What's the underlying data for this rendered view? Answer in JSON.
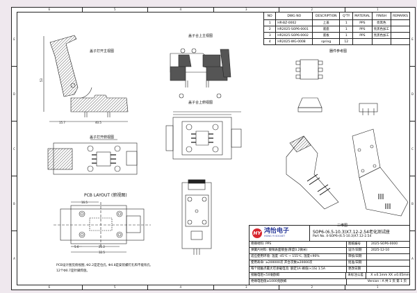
{
  "frame": {
    "zones_horizontal": [
      "6",
      "5",
      "4",
      "3",
      "2",
      "1"
    ],
    "zones_vertical": [
      "E",
      "D",
      "C",
      "B",
      "A"
    ]
  },
  "bom": {
    "headers": [
      "NO",
      "DWG NO",
      "DESCRIPTION",
      "Q'TY",
      "MATERIAL",
      "FINISH",
      "REMARKS"
    ],
    "rows": [
      {
        "no": "1",
        "dwg": "HR-BZ-0002",
        "desc": "上盖",
        "qty": "1",
        "material": "PPS",
        "finish": "亮黑色",
        "remarks": ""
      },
      {
        "no": "2",
        "dwg": "HR2025-SOP6-0001",
        "desc": "底座",
        "qty": "1",
        "material": "PPS",
        "finish": "亮黑色加工",
        "remarks": ""
      },
      {
        "no": "3",
        "dwg": "HR2025-SOP6-0002",
        "desc": "底板",
        "qty": "1",
        "material": "PPS",
        "finish": "亮黑色加工",
        "remarks": ""
      },
      {
        "no": "4",
        "dwg": "HR2025-WG-0008",
        "desc": "spring",
        "qty": "12",
        "material": "",
        "finish": "",
        "remarks": ""
      }
    ]
  },
  "views": {
    "side_open": "盖子打开主视图",
    "side_closed": "盖子合上主视图",
    "top_closed": "盖子合上俯视图",
    "top_open": "盖子打开俯视图",
    "pcb_layout": "PCB LAYOUT (俯视图)",
    "chip_ref": "器件参考图",
    "iso": "三维图",
    "pcb_note_line1": "PCB设计图见俯视图, Φ2.2是定位孔, Φ4.8是安装螺钉孔和不能有孔,",
    "pcb_note_line2": "12个Φ0.7是针脚焊盘。"
  },
  "dims": {
    "side_height": "53",
    "side_w1": "15.7",
    "side_w2": "40.5",
    "pcb_overall": "32.5",
    "pcb_mid": "21.2",
    "pcb_left": "5.6",
    "pcb_top": "16.5"
  },
  "title_block": {
    "logo_initial": "HY",
    "company_cn": "鸿怡电子",
    "company_en": "HONG YI SOCKET",
    "title": "SOP6-(6.5-10.3)X7.12-2.54老化测试座",
    "part_no": "Part No. 4-SOP6-(6.5-10.3)X7.12-2.54",
    "rows": [
      {
        "left": "绝缘材料: PPS",
        "key": "图纸编号",
        "value": "2025-SOP6-0000"
      },
      {
        "left": "弹簧片材料: 铍铜表面镀金(厚度0.2微米)",
        "key": "设计/日期",
        "value": "2025-12-10"
      },
      {
        "left": "适应使用环境: 温度 -45℃ ~ 155℃, 湿度<90%",
        "key": "审核/日期",
        "value": ""
      },
      {
        "left": "使用寿命: ≥200000次  开合次数≥20000次",
        "key": "批准/日期",
        "value": ""
      },
      {
        "left": "每个接触点最大可承载电流: 额定1A  峰值(<1S) 1.5A",
        "key": "更改日期",
        "value": ""
      },
      {
        "left": "接触电阻<50毫欧姆",
        "key": "未标注公差",
        "value": "X  ±0.1mm     XX  ±0.05mm"
      },
      {
        "left": "绝缘电阻值≥1000兆欧姆",
        "key": "",
        "value": "Version : A          共 1 页   第 1 页"
      }
    ]
  }
}
